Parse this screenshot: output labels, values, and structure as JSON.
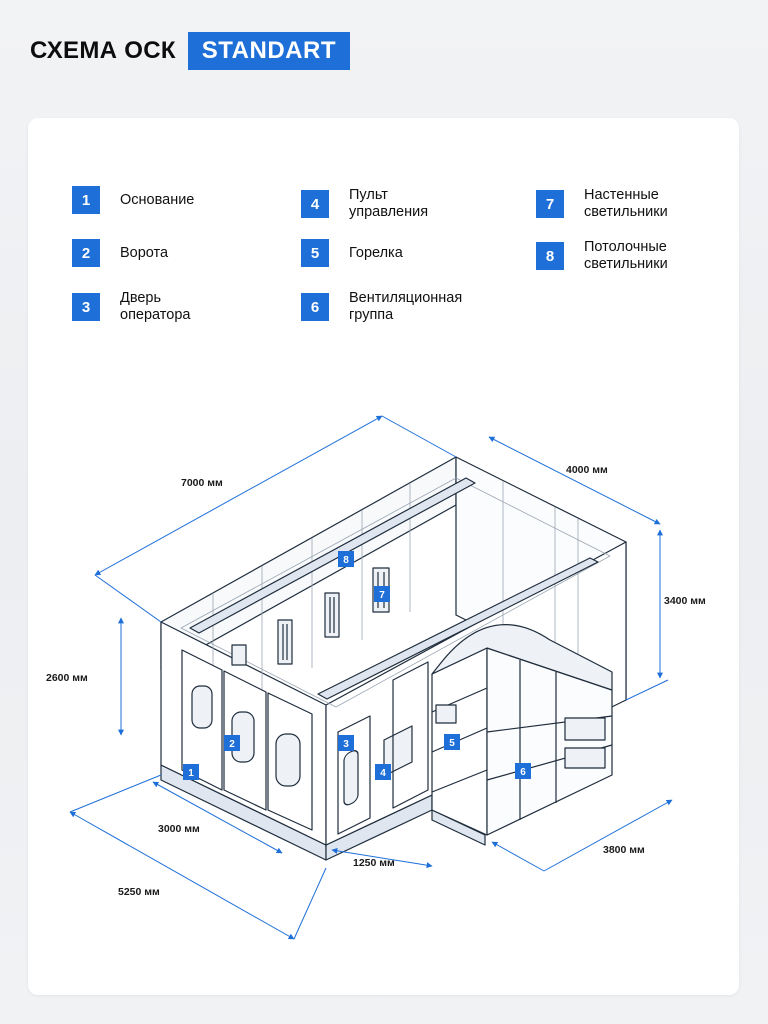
{
  "header": {
    "title": "СХЕМА ОСК",
    "badge": "STANDART"
  },
  "legend": [
    {
      "num": "1",
      "label": "Основание"
    },
    {
      "num": "2",
      "label": "Ворота"
    },
    {
      "num": "3",
      "label": "Дверь\nоператора"
    },
    {
      "num": "4",
      "label": "Пульт\nуправления"
    },
    {
      "num": "5",
      "label": "Горелка"
    },
    {
      "num": "6",
      "label": "Вентиляционная\nгруппа"
    },
    {
      "num": "7",
      "label": "Настенные\nсветильники"
    },
    {
      "num": "8",
      "label": "Потолочные\nсветильники"
    }
  ],
  "dimensions": {
    "length": "7000 мм",
    "width": "4000 мм",
    "height_total": "3400 мм",
    "gate_height": "2600 мм",
    "gate_width": "3000 мм",
    "front_width": "5250 мм",
    "offset": "1250 мм",
    "vent_length": "3800 мм"
  },
  "tags": [
    "1",
    "2",
    "3",
    "4",
    "5",
    "6",
    "7",
    "8"
  ],
  "colors": {
    "accent": "#1e6fd8",
    "line": "#1f2d3d",
    "fill": "#ffffff",
    "base": "#dfe6ef"
  }
}
